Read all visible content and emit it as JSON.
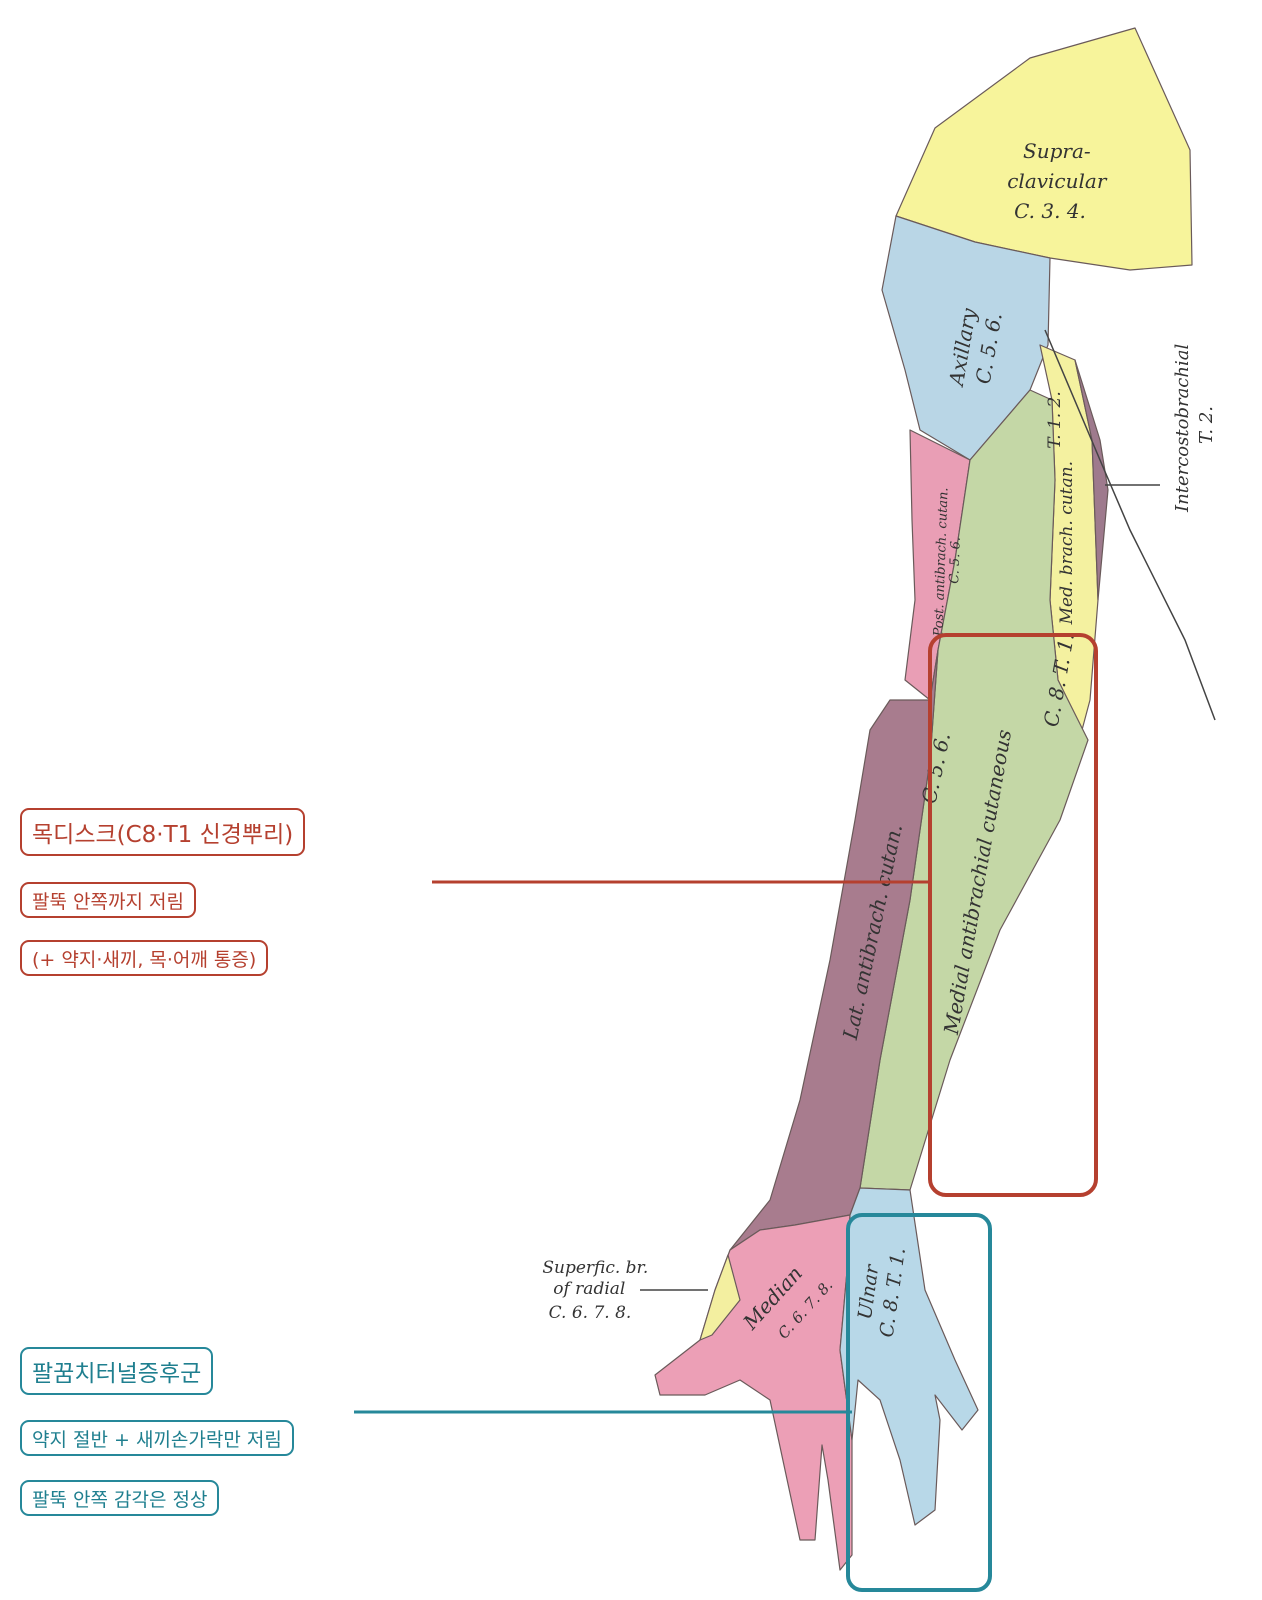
{
  "colors": {
    "supraclavicular": "#f7f49b",
    "axillary": "#b9d6e6",
    "lateral_antebrachial": "#a87c8e",
    "posterior_brachial": "#e99eb5",
    "medial_antebrachial": "#c4d7a6",
    "medial_brachial": "#f4f1a0",
    "intercostobrachial": "#9e7a8d",
    "median": "#ec9fb6",
    "ulnar": "#b8d8e8",
    "superficial_radial": "#f3efa0",
    "cervical_callout": "#b5402f",
    "wrist_callout": "#26889a"
  },
  "regions": {
    "supraclavicular": [
      "Supra-",
      "clavicular",
      "C. 3. 4."
    ],
    "axillary": [
      "Axillary",
      "C. 5. 6."
    ],
    "med_brach": [
      "Med. brach. cutan.",
      "T. 1. 2."
    ],
    "post_antibrach": [
      "Post. antibrach. cutan.",
      "C. 5. 6."
    ],
    "intercosto": [
      "Intercostobrachial",
      "T. 2."
    ],
    "medial_antibrach": [
      "Medial antibrachial cutaneous",
      "C. 8. T. 1."
    ],
    "lat_antibrach": [
      "Lat. antibrach. cutan.",
      "C. 5. 6."
    ],
    "superfic": [
      "Superfic. br.",
      "of radial",
      "C. 6. 7. 8."
    ],
    "median": [
      "Median",
      "C. 6. 7. 8."
    ],
    "ulnar": [
      "Ulnar",
      "C. 8. T. 1."
    ]
  },
  "callouts": {
    "cervical": {
      "title": "목디스크(C8·T1 신경뿌리)",
      "line1": "팔뚝 안쪽까지 저림",
      "line2": "(+ 약지·새끼, 목·어깨 통증)"
    },
    "carpal": {
      "title": "팔꿈치터널증후군",
      "line1": "약지 절반 + 새끼손가락만 저림",
      "line2": "팔뚝 안쪽 감각은 정상"
    }
  }
}
